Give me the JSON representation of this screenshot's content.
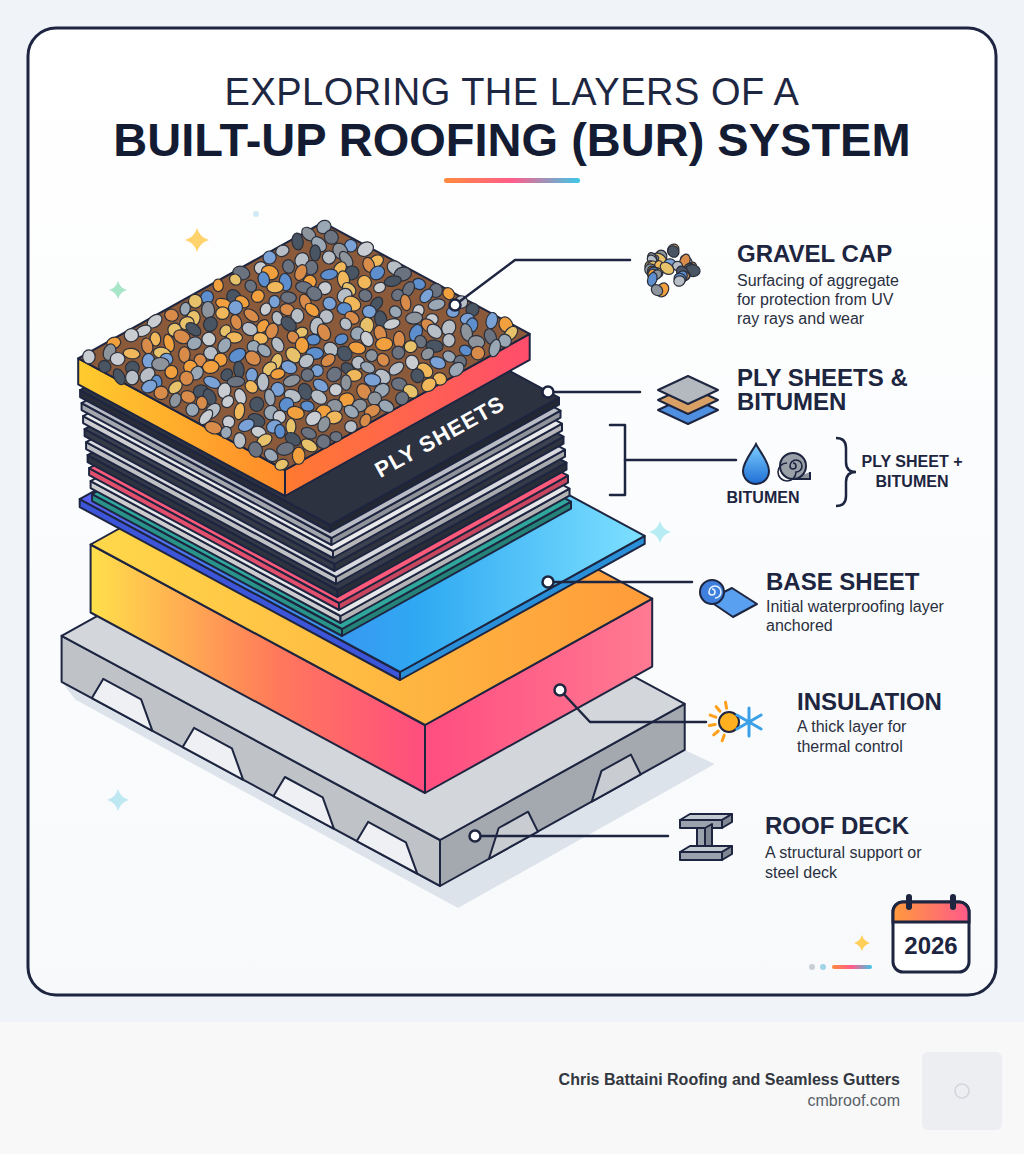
{
  "diagram": {
    "title": "EXPLORING THE LAYERS OF A",
    "labels": [
      "BUILT-UP ROOFING (BUR) SYSTEM",
      "GRAVEL CAP",
      "Surfacing of aggregate for protection from UV ray rays and wear",
      "PLY SHEETS",
      "PLY SHEETS & BITUMEN",
      "BITUMEN",
      "PLY SHEET + BITUMEN",
      "BASE SHEET",
      "Initial waterproofing layer anchored",
      "INSULATION",
      "A thick layer for thermal control",
      "ROOF DECK",
      "A structural support or steel deck",
      "2026",
      "Chris Battaini Roofing and Seamless Gutters",
      "cmbroof.com"
    ]
  }
}
